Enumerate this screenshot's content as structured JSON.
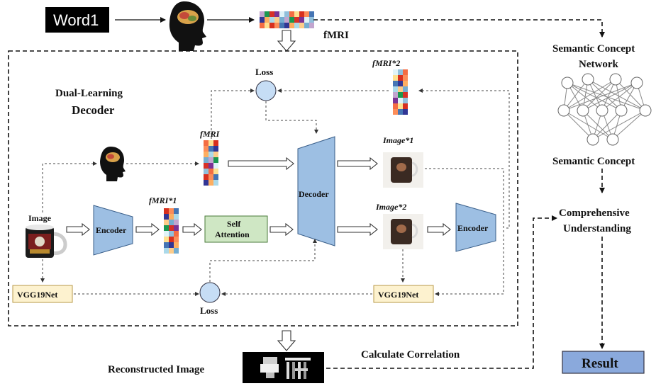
{
  "word_label": "Word1",
  "fmri_top_label": "fMRI",
  "semantic_network_line1": "Semantic Concept",
  "semantic_network_line2": "Network",
  "semantic_concept": "Semantic Concept",
  "comprehensive_line1": "Comprehensive",
  "comprehensive_line2": "Understanding",
  "result": "Result",
  "dual_line1": "Dual-Learning",
  "dual_line2": "Decoder",
  "loss_top": "Loss",
  "loss_bottom": "Loss",
  "fmri_mid": "fMRI",
  "fmri2_star": "fMRI*2",
  "fmri1_star": "fMRI*1",
  "image_label": "Image",
  "image1_star": "Image*1",
  "image2_star": "Image*2",
  "encoder_left": "Encoder",
  "encoder_right": "Encoder",
  "decoder": "Decoder",
  "self_attention_line1": "Self",
  "self_attention_line2": "Attention",
  "vgg_left": "VGG19Net",
  "vgg_right": "VGG19Net",
  "calculate_correlation": "Calculate Correlation",
  "reconstructed_image": "Reconstructed Image",
  "colors": {
    "encoder": "#9dbfe3",
    "loss_node": "#c6ddf5",
    "vgg_box": "#fdf2cf",
    "self_attention_box": "#cfe7c4",
    "result_box": "#8aa9dc"
  }
}
